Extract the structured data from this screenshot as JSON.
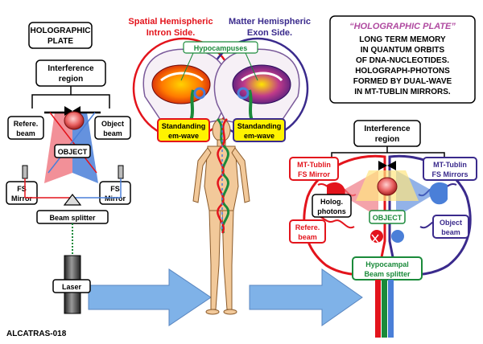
{
  "left_panel": {
    "title_lines": [
      "HOLOGRAPHIC",
      "PLATE"
    ],
    "interference_lines": [
      "Interference",
      "region"
    ],
    "reference_beam_lines": [
      "Refere.",
      "beam"
    ],
    "object_beam_lines": [
      "Object",
      "beam"
    ],
    "object_label": "OBJECT",
    "fs_mirror_left_lines": [
      "FS",
      "Mirror"
    ],
    "fs_mirror_right_lines": [
      "FS",
      "Mirror"
    ],
    "beam_splitter": "Beam splitter",
    "laser": "Laser"
  },
  "center_panel": {
    "spatial_lines": [
      "Spatial Hemispheric",
      "Intron Side."
    ],
    "matter_lines": [
      "Matter Hemispheric",
      "Exon Side."
    ],
    "hypocampuses": "Hypocampuses",
    "standing_left_lines": [
      "Standanding",
      "em-wave"
    ],
    "standing_right_lines": [
      "Standanding",
      "em-wave"
    ]
  },
  "right_panel": {
    "plate_title": "“HOLOGRAPHIC PLATE”",
    "plate_desc_lines": [
      "LONG TERM MEMORY",
      "IN QUANTUM ORBITS",
      "OF DNA-NUCLEOTIDES.",
      "HOLOGRAPH-PHOTONS",
      "FORMED BY DUAL-WAVE",
      "IN MT-TUBLIN MIRRORS."
    ],
    "interference_lines": [
      "Interference",
      "region"
    ],
    "mt_left_lines": [
      "MT-Tublin",
      "FS Mirror"
    ],
    "mt_right_lines": [
      "MT-Tublin",
      "FS Mirrors"
    ],
    "holograph_lines": [
      "Holog.",
      "photons"
    ],
    "object_label": "OBJECT",
    "reference_beam_lines": [
      "Refere.",
      "beam"
    ],
    "object_beam_lines": [
      "Object",
      "beam"
    ],
    "hypocampal_lines": [
      "Hypocampal",
      "Beam splitter"
    ]
  },
  "footer": {
    "code": "ALCATRAS-018"
  },
  "colors": {
    "blue_arrow": "#7fb2e8",
    "red": "#e3141c",
    "purple": "#3a2a8c",
    "green": "#1a8a3a",
    "pink_beam": "#f07c86",
    "blue_beam": "#4a7fd8",
    "yellow": "#fff200",
    "body_skin": "#f2c99a"
  }
}
